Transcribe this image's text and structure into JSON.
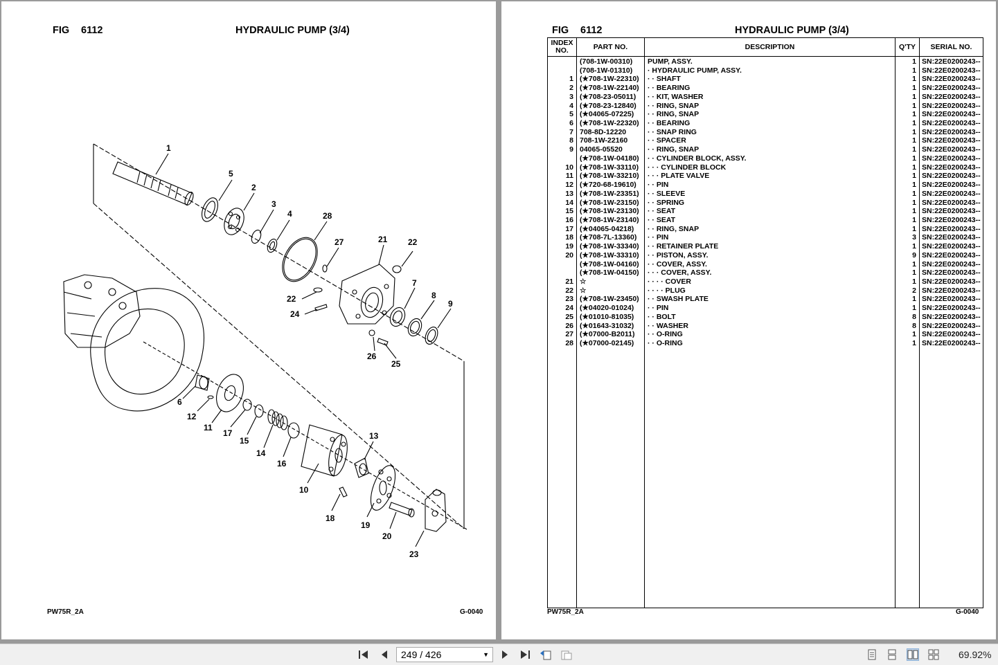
{
  "left_page": {
    "fig_label": "FIG",
    "fig_number": "6112",
    "title": "HYDRAULIC PUMP (3/4)",
    "footer_model": "PW75R_2A",
    "footer_code": "G-0040",
    "callouts": [
      "1",
      "5",
      "2",
      "3",
      "4",
      "28",
      "27",
      "21",
      "22",
      "22",
      "24",
      "7",
      "8",
      "9",
      "26",
      "25",
      "6",
      "12",
      "11",
      "17",
      "15",
      "14",
      "16",
      "10",
      "13",
      "18",
      "19",
      "20",
      "23"
    ]
  },
  "right_page": {
    "fig_label": "FIG",
    "fig_number": "6112",
    "title": "HYDRAULIC PUMP (3/4)",
    "footer_model": "PW75R_2A",
    "footer_code": "G-0040",
    "table": {
      "headers": {
        "index": "INDEX NO.",
        "part": "PART NO.",
        "description": "DESCRIPTION",
        "qty": "Q'TY",
        "serial": "SERIAL NO."
      },
      "rows": [
        {
          "idx": "",
          "part": "(708-1W-00310)",
          "desc": "PUMP, ASSY.",
          "qty": "1",
          "sn": "SN:22E0200243--"
        },
        {
          "idx": "",
          "part": "(708-1W-01310)",
          "desc": "· HYDRAULIC PUMP, ASSY.",
          "qty": "1",
          "sn": "SN:22E0200243--"
        },
        {
          "idx": "1",
          "part": "(★708-1W-22310)",
          "desc": "· · SHAFT",
          "qty": "1",
          "sn": "SN:22E0200243--"
        },
        {
          "idx": "2",
          "part": "(★708-1W-22140)",
          "desc": "· · BEARING",
          "qty": "1",
          "sn": "SN:22E0200243--"
        },
        {
          "idx": "3",
          "part": "(★708-23-05011)",
          "desc": "· · KIT, WASHER",
          "qty": "1",
          "sn": "SN:22E0200243--"
        },
        {
          "idx": "4",
          "part": "(★708-23-12840)",
          "desc": "· · RING, SNAP",
          "qty": "1",
          "sn": "SN:22E0200243--"
        },
        {
          "idx": "5",
          "part": "(★04065-07225)",
          "desc": "· · RING, SNAP",
          "qty": "1",
          "sn": "SN:22E0200243--"
        },
        {
          "idx": "6",
          "part": "(★708-1W-22320)",
          "desc": "· · BEARING",
          "qty": "1",
          "sn": "SN:22E0200243--"
        },
        {
          "idx": "7",
          "part": "708-8D-12220",
          "desc": "· · SNAP RING",
          "qty": "1",
          "sn": "SN:22E0200243--"
        },
        {
          "idx": "8",
          "part": "708-1W-22160",
          "desc": "· · SPACER",
          "qty": "1",
          "sn": "SN:22E0200243--"
        },
        {
          "idx": "9",
          "part": "04065-05520",
          "desc": "· · RING, SNAP",
          "qty": "1",
          "sn": "SN:22E0200243--"
        },
        {
          "idx": "",
          "part": "(★708-1W-04180)",
          "desc": "· · CYLINDER BLOCK, ASSY.",
          "qty": "1",
          "sn": "SN:22E0200243--"
        },
        {
          "idx": "10",
          "part": "(★708-1W-33110)",
          "desc": "· · · CYLINDER BLOCK",
          "qty": "1",
          "sn": "SN:22E0200243--"
        },
        {
          "idx": "11",
          "part": "(★708-1W-33210)",
          "desc": "· · · PLATE VALVE",
          "qty": "1",
          "sn": "SN:22E0200243--"
        },
        {
          "idx": "12",
          "part": "(★720-68-19610)",
          "desc": "· · PIN",
          "qty": "1",
          "sn": "SN:22E0200243--"
        },
        {
          "idx": "13",
          "part": "(★708-1W-23351)",
          "desc": "· · SLEEVE",
          "qty": "1",
          "sn": "SN:22E0200243--"
        },
        {
          "idx": "14",
          "part": "(★708-1W-23150)",
          "desc": "· · SPRING",
          "qty": "1",
          "sn": "SN:22E0200243--"
        },
        {
          "idx": "15",
          "part": "(★708-1W-23130)",
          "desc": "· · SEAT",
          "qty": "1",
          "sn": "SN:22E0200243--"
        },
        {
          "idx": "16",
          "part": "(★708-1W-23140)",
          "desc": "· · SEAT",
          "qty": "1",
          "sn": "SN:22E0200243--"
        },
        {
          "idx": "17",
          "part": "(★04065-04218)",
          "desc": "· · RING, SNAP",
          "qty": "1",
          "sn": "SN:22E0200243--"
        },
        {
          "idx": "18",
          "part": "(★708-7L-13360)",
          "desc": "· · PIN",
          "qty": "3",
          "sn": "SN:22E0200243--"
        },
        {
          "idx": "19",
          "part": "(★708-1W-33340)",
          "desc": "· · RETAINER PLATE",
          "qty": "1",
          "sn": "SN:22E0200243--"
        },
        {
          "idx": "20",
          "part": "(★708-1W-33310)",
          "desc": "· · PISTON, ASSY.",
          "qty": "9",
          "sn": "SN:22E0200243--"
        },
        {
          "idx": "",
          "part": "(★708-1W-04160)",
          "desc": "· · COVER, ASSY.",
          "qty": "1",
          "sn": "SN:22E0200243--"
        },
        {
          "idx": "",
          "part": "(★708-1W-04150)",
          "desc": "· · · COVER, ASSY.",
          "qty": "1",
          "sn": "SN:22E0200243--"
        },
        {
          "idx": "21",
          "part": "☆",
          "desc": "· · · · COVER",
          "qty": "1",
          "sn": "SN:22E0200243--"
        },
        {
          "idx": "22",
          "part": "☆",
          "desc": "· · · · PLUG",
          "qty": "2",
          "sn": "SN:22E0200243--"
        },
        {
          "idx": "23",
          "part": "(★708-1W-23450)",
          "desc": "· · SWASH PLATE",
          "qty": "1",
          "sn": "SN:22E0200243--"
        },
        {
          "idx": "24",
          "part": "(★04020-01024)",
          "desc": "· · PIN",
          "qty": "1",
          "sn": "SN:22E0200243--"
        },
        {
          "idx": "25",
          "part": "(★01010-81035)",
          "desc": "· · BOLT",
          "qty": "8",
          "sn": "SN:22E0200243--"
        },
        {
          "idx": "26",
          "part": "(★01643-31032)",
          "desc": "· · WASHER",
          "qty": "8",
          "sn": "SN:22E0200243--"
        },
        {
          "idx": "27",
          "part": "(★07000-B2011)",
          "desc": "· · O-RING",
          "qty": "1",
          "sn": "SN:22E0200243--"
        },
        {
          "idx": "28",
          "part": "(★07000-02145)",
          "desc": "· · O-RING",
          "qty": "1",
          "sn": "SN:22E0200243--"
        }
      ]
    }
  },
  "toolbar": {
    "page_indicator": "249 / 426",
    "zoom": "69.92%",
    "icons": [
      "first-page-icon",
      "prev-page-icon",
      "next-page-icon",
      "last-page-icon",
      "previous-view-icon",
      "next-view-icon",
      "single-page-view-icon",
      "continuous-view-icon",
      "two-page-view-icon",
      "two-page-continuous-view-icon"
    ]
  }
}
